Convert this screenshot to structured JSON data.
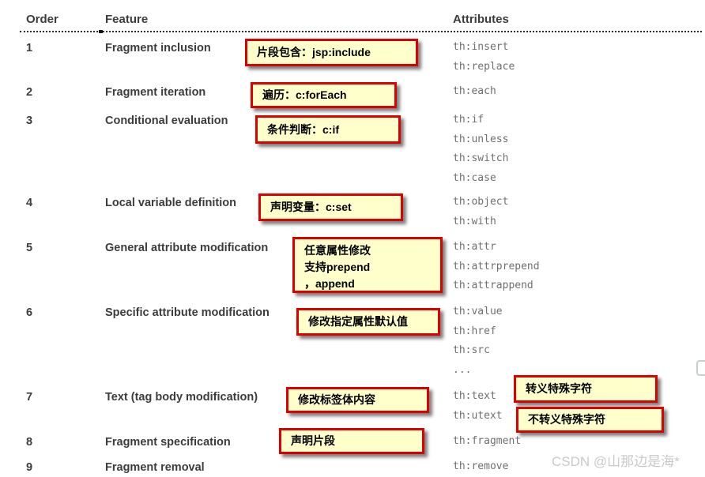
{
  "table": {
    "headers": {
      "order": "Order",
      "feature": "Feature",
      "attributes": "Attributes"
    },
    "rows": [
      {
        "order": "1",
        "feature": "Fragment inclusion",
        "attributes": [
          "th:insert",
          "th:replace"
        ]
      },
      {
        "order": "2",
        "feature": "Fragment iteration",
        "attributes": [
          "th:each"
        ]
      },
      {
        "order": "3",
        "feature": "Conditional evaluation",
        "attributes": [
          "th:if",
          "th:unless",
          "th:switch",
          "th:case"
        ]
      },
      {
        "order": "4",
        "feature": "Local variable definition",
        "attributes": [
          "th:object",
          "th:with"
        ]
      },
      {
        "order": "5",
        "feature": "General attribute modification",
        "attributes": [
          "th:attr",
          "th:attrprepend",
          "th:attrappend"
        ]
      },
      {
        "order": "6",
        "feature": "Specific attribute modification",
        "attributes": [
          "th:value",
          "th:href",
          "th:src",
          "..."
        ]
      },
      {
        "order": "7",
        "feature": "Text (tag body modification)",
        "attributes": [
          "th:text",
          "th:utext"
        ]
      },
      {
        "order": "8",
        "feature": "Fragment specification",
        "attributes": [
          "th:fragment"
        ]
      },
      {
        "order": "9",
        "feature": "Fragment removal",
        "attributes": [
          "th:remove"
        ]
      }
    ]
  },
  "callouts": [
    {
      "id": "note-fragment-inclusion",
      "text": "片段包含：jsp:include"
    },
    {
      "id": "note-fragment-iteration",
      "text": "遍历：c:forEach"
    },
    {
      "id": "note-conditional",
      "text": "条件判断：c:if"
    },
    {
      "id": "note-local-variable",
      "text": "声明变量：c:set"
    },
    {
      "id": "note-general-attribute",
      "text": "任意属性修改\n支持prepend\n，append"
    },
    {
      "id": "note-specific-attribute",
      "text": "修改指定属性默认值"
    },
    {
      "id": "note-text-body",
      "text": "修改标签体内容"
    },
    {
      "id": "note-fragment-spec",
      "text": "声明片段"
    },
    {
      "id": "note-escape",
      "text": "转义特殊字符"
    },
    {
      "id": "note-no-escape",
      "text": "不转义特殊字符"
    }
  ],
  "watermark": "CSDN @山那边是海*",
  "colors": {
    "callout_background": "#ffffcc",
    "callout_border": "#dd0000",
    "heading_text": "#3c3c3c",
    "attribute_text": "#6f6f6f",
    "watermark_text": "#c9c9c9"
  }
}
